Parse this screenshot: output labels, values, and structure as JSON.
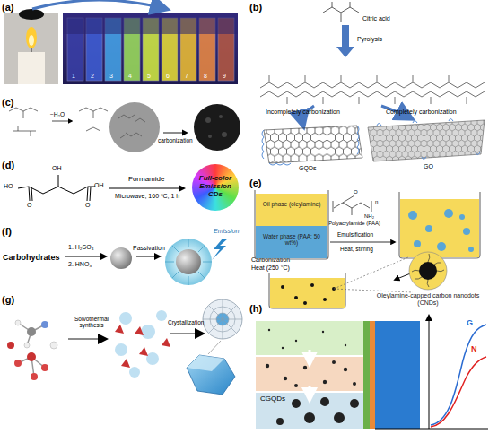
{
  "diagram": {
    "nodes": [
      {
        "text": [
          "Full-color Emission CDs"
        ]
      },
      {
        "text": [
          "Oil phase (oleylamine)",
          "Water phase (PAA: 50 wt%)"
        ]
      },
      {
        "text": [
          "Oleylamine-capped carbon nanodots (CNDs)"
        ]
      }
    ],
    "labels": [
      "(a)",
      "1",
      "2",
      "3",
      "4",
      "5",
      "6",
      "7",
      "8",
      "9",
      "(b)",
      "Citric acid",
      "Pyrolysis",
      "Incompletely carbonization",
      "Completely carbonization",
      "GQDs",
      "GO",
      "(c)",
      "carbonization",
      "−H₂O",
      "(d)",
      "Formamide",
      "Microwave, 160 ºC, 1 h",
      "(e)",
      "Polyacrylamide (PAA)",
      "Emulsification",
      "Heat, stirring",
      "Carbonization",
      "Heat (250 °C)",
      "(f)",
      "Carbohydrates",
      "1. H₂SO₄",
      "2. HNO₃",
      "Passivation",
      "Emission",
      "(g)",
      "Solvothermal synthesis",
      "Crystallization",
      "(h)",
      "G",
      "N",
      "CGQDs",
      "OH",
      "HO",
      "OH",
      "O",
      "O",
      "O",
      "NH₂",
      "n"
    ]
  }
}
